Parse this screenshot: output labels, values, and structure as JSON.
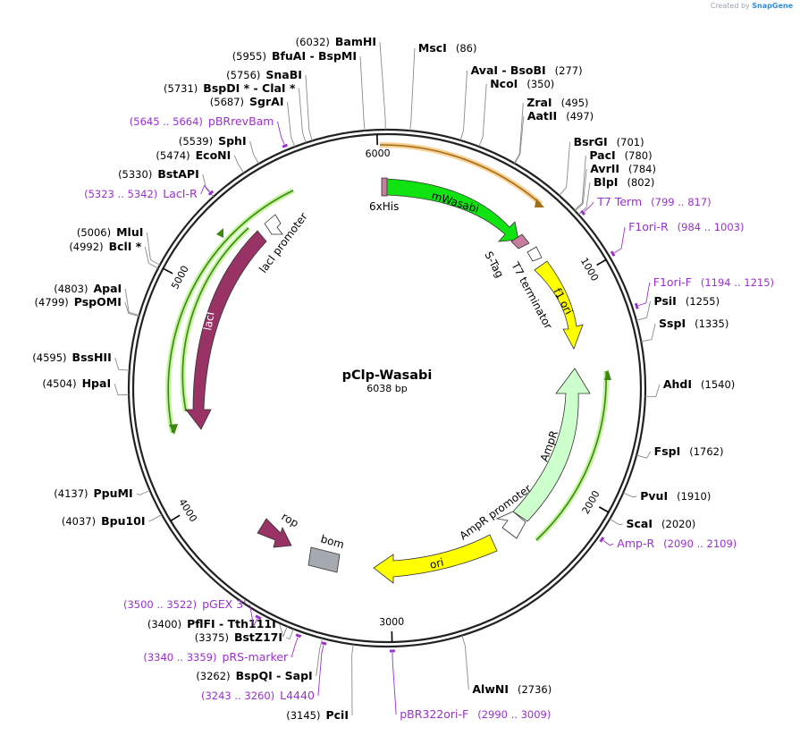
{
  "brand": {
    "created_by": "Created by",
    "app": "SnapGene"
  },
  "plasmid": {
    "name": "pClp-Wasabi",
    "length": 6038,
    "length_label": "6038 bp"
  },
  "ticks": [
    {
      "pos": 1000,
      "label": "1000"
    },
    {
      "pos": 2000,
      "label": "2000"
    },
    {
      "pos": 3000,
      "label": "3000"
    },
    {
      "pos": 4000,
      "label": "4000"
    },
    {
      "pos": 5000,
      "label": "5000"
    },
    {
      "pos": 6000,
      "label": "6000"
    }
  ],
  "sites": [
    {
      "pos": 6032,
      "name": "BamHI",
      "side": "L"
    },
    {
      "pos": 5955,
      "name": "BfuAI  -  BspMI",
      "side": "L"
    },
    {
      "pos": 5756,
      "name": "SnaBI",
      "side": "L"
    },
    {
      "pos": 5731,
      "name": "BspDI *  -  ClaI *",
      "side": "L"
    },
    {
      "pos": 5687,
      "name": "SgrAI",
      "side": "L"
    },
    {
      "pos": 5539,
      "name": "SphI",
      "side": "L"
    },
    {
      "pos": 5474,
      "name": "EcoNI",
      "side": "L"
    },
    {
      "pos": 5330,
      "name": "BstAPI",
      "side": "L"
    },
    {
      "pos": 5006,
      "name": "MluI",
      "side": "L"
    },
    {
      "pos": 4992,
      "name": "BclI *",
      "side": "L"
    },
    {
      "pos": 4803,
      "name": "ApaI",
      "side": "L"
    },
    {
      "pos": 4799,
      "name": "PspOMI",
      "side": "L"
    },
    {
      "pos": 4595,
      "name": "BssHII",
      "side": "L"
    },
    {
      "pos": 4504,
      "name": "HpaI",
      "side": "L"
    },
    {
      "pos": 4137,
      "name": "PpuMI",
      "side": "L"
    },
    {
      "pos": 4037,
      "name": "Bpu10I",
      "side": "L"
    },
    {
      "pos": 3400,
      "name": "PflFI  -  Tth111I",
      "side": "L"
    },
    {
      "pos": 3375,
      "name": "BstZ17I",
      "side": "L"
    },
    {
      "pos": 3262,
      "name": "BspQI  -  SapI",
      "side": "L"
    },
    {
      "pos": 3145,
      "name": "PciI",
      "side": "L"
    },
    {
      "pos": 86,
      "name": "MscI",
      "side": "R"
    },
    {
      "pos": 277,
      "name": "AvaI  -  BsoBI",
      "side": "R"
    },
    {
      "pos": 350,
      "name": "NcoI",
      "side": "R"
    },
    {
      "pos": 495,
      "name": "ZraI",
      "side": "R"
    },
    {
      "pos": 497,
      "name": "AatII",
      "side": "R"
    },
    {
      "pos": 701,
      "name": "BsrGI",
      "side": "R"
    },
    {
      "pos": 780,
      "name": "PacI",
      "side": "R"
    },
    {
      "pos": 784,
      "name": "AvrII",
      "side": "R"
    },
    {
      "pos": 802,
      "name": "BlpI",
      "side": "R"
    },
    {
      "pos": 1255,
      "name": "PsiI",
      "side": "R"
    },
    {
      "pos": 1335,
      "name": "SspI",
      "side": "R"
    },
    {
      "pos": 1540,
      "name": "AhdI",
      "side": "R"
    },
    {
      "pos": 1762,
      "name": "FspI",
      "side": "R"
    },
    {
      "pos": 1910,
      "name": "PvuI",
      "side": "R"
    },
    {
      "pos": 2020,
      "name": "ScaI",
      "side": "R"
    },
    {
      "pos": 2736,
      "name": "AlwNI",
      "side": "R"
    }
  ],
  "primers": [
    {
      "range": "5645 .. 5664",
      "name": "pBRrevBam",
      "side": "L"
    },
    {
      "range": "5323 .. 5342",
      "name": "LacI-R",
      "side": "L"
    },
    {
      "range": "3500 .. 3522",
      "name": "pGEX 3'",
      "side": "L"
    },
    {
      "range": "3340 .. 3359",
      "name": "pRS-marker",
      "side": "L"
    },
    {
      "range": "3243 .. 3260",
      "name": "L4440",
      "side": "L"
    },
    {
      "range": "799 .. 817",
      "name": "T7 Term",
      "side": "R"
    },
    {
      "range": "984 .. 1003",
      "name": "F1ori-R",
      "side": "R"
    },
    {
      "range": "1194 .. 1215",
      "name": "F1ori-F",
      "side": "R"
    },
    {
      "range": "2090 .. 2109",
      "name": "Amp-R",
      "side": "R"
    },
    {
      "range": "2990 .. 3009",
      "name": "pBR322ori-F",
      "side": "R"
    }
  ],
  "features": [
    {
      "name": "6xHis",
      "color": "#c77d9e"
    },
    {
      "name": "mWasabi",
      "color": "#11e211"
    },
    {
      "name": "S-Tag",
      "color": "#c77d9e"
    },
    {
      "name": "T7 terminator",
      "color": "#ffffff"
    },
    {
      "name": "f1 ori",
      "color": "#ffff00"
    },
    {
      "name": "AmpR",
      "color": "#ccffcc"
    },
    {
      "name": "AmpR promoter",
      "color": "#ffffff"
    },
    {
      "name": "ori",
      "color": "#ffff00"
    },
    {
      "name": "bom",
      "color": "#a5a9b0"
    },
    {
      "name": "rop",
      "color": "#993366"
    },
    {
      "name": "lacI",
      "color": "#993366"
    },
    {
      "name": "lacI promoter",
      "color": "#ffffff"
    }
  ],
  "colors": {
    "primer": "#9b30d0",
    "backbone": "#222222"
  }
}
